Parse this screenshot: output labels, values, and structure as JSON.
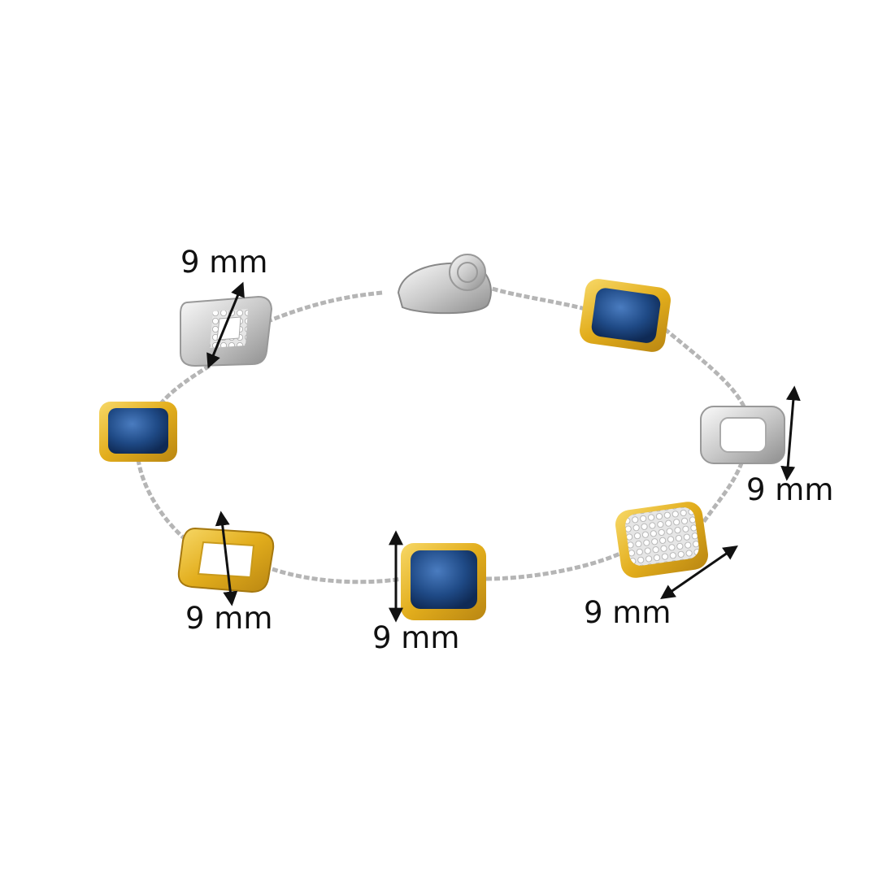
{
  "dimensions": [
    {
      "label": "9 mm",
      "element": "pave-open-square-top-left"
    },
    {
      "label": "9 mm",
      "element": "silver-open-square-right"
    },
    {
      "label": "9 mm",
      "element": "gold-open-square-bottom-left"
    },
    {
      "label": "9 mm",
      "element": "blue-stone-bottom-center"
    },
    {
      "label": "9 mm",
      "element": "pave-gold-square-bottom-right"
    }
  ],
  "colors": {
    "gold": "#e8b923",
    "silver": "#d9d9d9",
    "blue_stone": "#1f4a86",
    "arrow": "#111111"
  }
}
